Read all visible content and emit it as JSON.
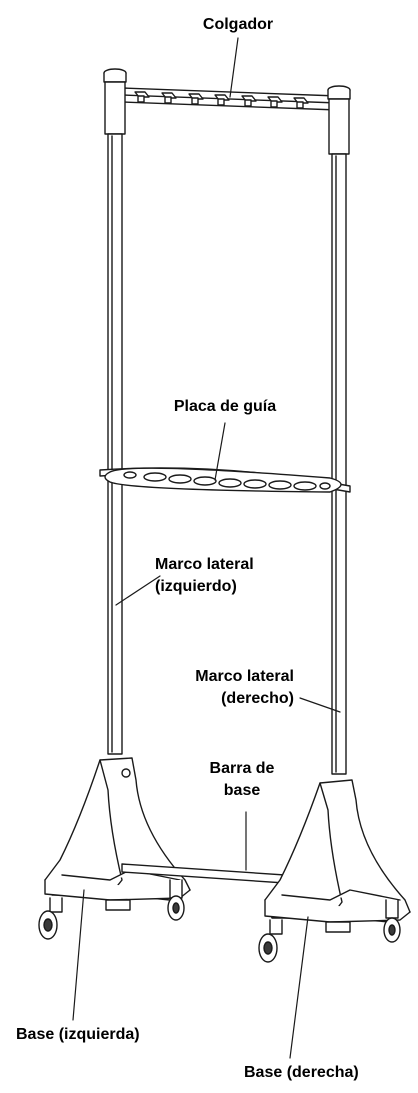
{
  "labels": {
    "hanger": "Colgador",
    "guide_plate": "Placa de guía",
    "side_frame_left_1": "Marco lateral",
    "side_frame_left_2": "(izquierdo)",
    "side_frame_right_1": "Marco lateral",
    "side_frame_right_2": "(derecho)",
    "base_bar_1": "Barra de",
    "base_bar_2": "base",
    "base_left": "Base (izquierda)",
    "base_right": "Base (derecha)"
  },
  "colors": {
    "line": "#1a1a1a",
    "fill": "#ffffff",
    "shade": "#3a3a3a"
  }
}
